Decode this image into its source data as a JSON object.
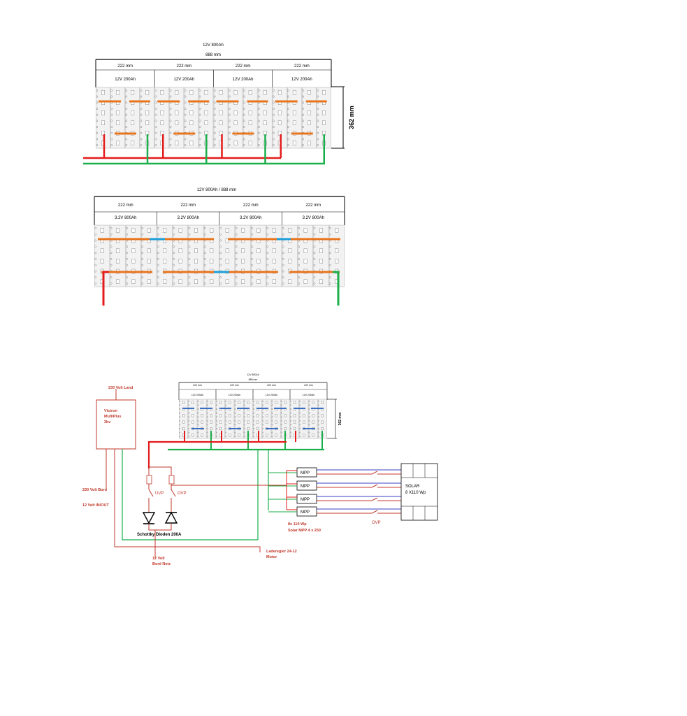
{
  "colors": {
    "positive": "#e41b1b",
    "negative": "#1aaf4a",
    "busbar": "#e8741c",
    "busbar_alt": "#3a6fc4",
    "link": "#1e9fd8",
    "label_red": "#c0392b",
    "mpp_blue": "#3a3fc4",
    "line": "#000000"
  },
  "diagram1": {
    "title": "12V 800Ah",
    "total_width": "888 mm",
    "height_label": "362 mm",
    "groups": [
      {
        "width": "222 mm",
        "label": "12V 200Ah"
      },
      {
        "width": "222 mm",
        "label": "12V 200Ah"
      },
      {
        "width": "222 mm",
        "label": "12V 200Ah"
      },
      {
        "width": "222 mm",
        "label": "12V 200Ah"
      }
    ]
  },
  "diagram2": {
    "title": "12V 800Ah / 888 mm",
    "groups": [
      {
        "width": "222 mm",
        "label": "3.2V 800Ah"
      },
      {
        "width": "222 mm",
        "label": "3.2V 800Ah"
      },
      {
        "width": "222 mm",
        "label": "3.2V 800Ah"
      },
      {
        "width": "222 mm",
        "label": "3.2V 800Ah"
      }
    ]
  },
  "diagram3": {
    "battery": {
      "title": "12V 800Ah",
      "total_width": "888 mm",
      "height_label": "362 mm",
      "groups": [
        {
          "width": "222 mm",
          "label": "12V 200Ah"
        },
        {
          "width": "222 mm",
          "label": "12V 200Ah"
        },
        {
          "width": "222 mm",
          "label": "12V 200Ah"
        },
        {
          "width": "222 mm",
          "label": "12V 200Ah"
        }
      ]
    },
    "labels": {
      "shore_power": "230 Volt Land",
      "inverter": [
        "Victron",
        "MultiPlus",
        "3kv"
      ],
      "bord_230": "230 Volt Bord",
      "io_12": "12 Volt IN/OUT",
      "uvp": "UVP",
      "ovp": "OVP",
      "diodes": "Schottky Dioden 200A",
      "bord_netz": [
        "12 Volt",
        "Bord Netz"
      ],
      "charger": [
        "Laderegler 24-12",
        "Motor"
      ],
      "solar_mpp": [
        "8x 110 Wp",
        "Solar MPP 4 x 250"
      ],
      "ovp_solar": "OVP",
      "solar": [
        "SOLAR",
        "8 X110 Wp"
      ]
    },
    "mpp_units": [
      "MPP",
      "MPP",
      "MPP",
      "MPP"
    ]
  }
}
